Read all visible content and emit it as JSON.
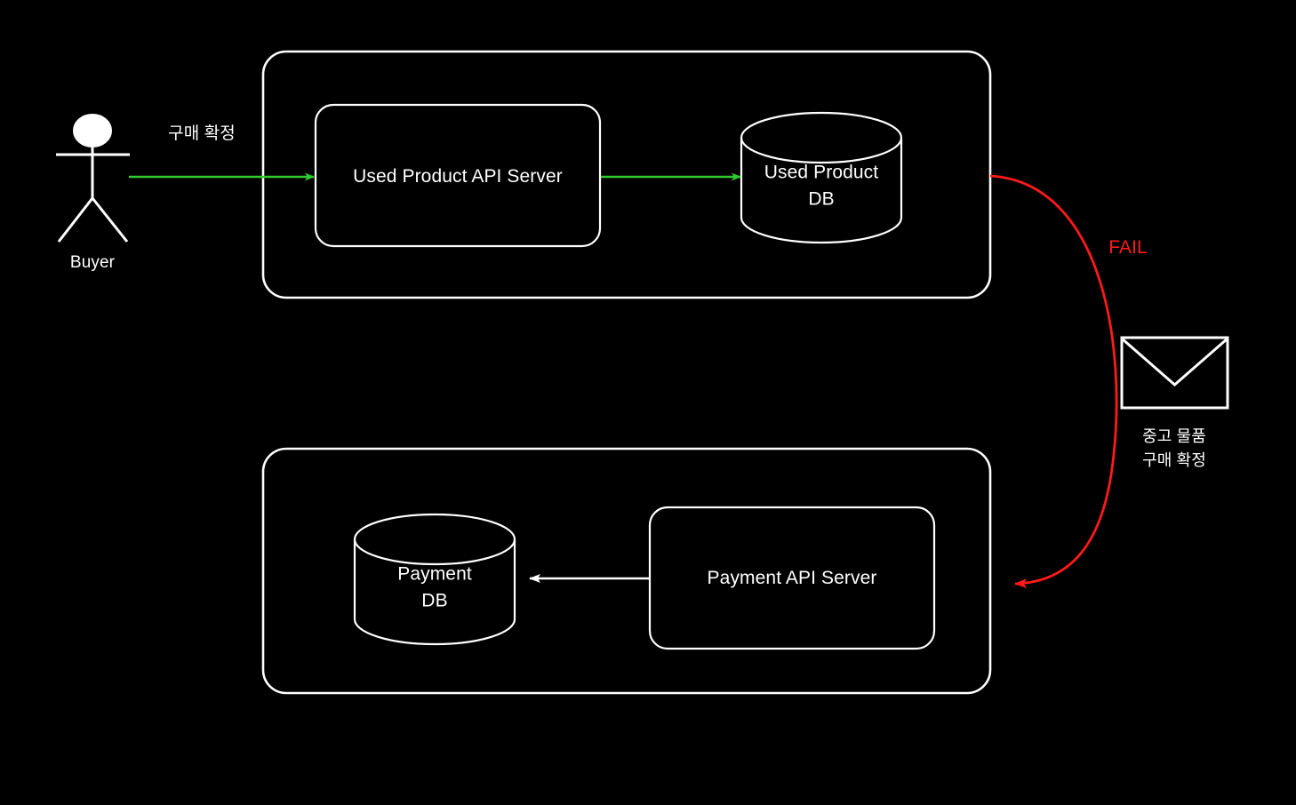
{
  "diagram": {
    "background_color": "#000000",
    "stroke_color": "#ffffff",
    "success_color": "#2ecc2e",
    "fail_color": "#ff1a1a",
    "actors": [
      {
        "id": "buyer",
        "label": "Buyer",
        "icon": "stick-figure-actor-icon"
      }
    ],
    "groups": [
      {
        "id": "used-product-system",
        "label": ""
      },
      {
        "id": "payment-system",
        "label": ""
      }
    ],
    "nodes": [
      {
        "id": "used-product-api-server",
        "label": "Used Product API Server",
        "shape": "rounded-rectangle"
      },
      {
        "id": "used-product-db",
        "label": "Used Product\nDB",
        "line1": "Used Product",
        "line2": "DB",
        "shape": "cylinder"
      },
      {
        "id": "payment-api-server",
        "label": "Payment API Server",
        "shape": "rounded-rectangle"
      },
      {
        "id": "payment-db",
        "label": "Payment\nDB",
        "line1": "Payment",
        "line2": "DB",
        "shape": "cylinder"
      }
    ],
    "edges": [
      {
        "id": "buyer-to-used-product-api",
        "label": "구매 확정",
        "color": "#2ecc2e",
        "direction": "right"
      },
      {
        "id": "used-product-api-to-db",
        "label": "",
        "color": "#2ecc2e",
        "direction": "right"
      },
      {
        "id": "used-product-to-payment-fail",
        "label": "FAIL",
        "color": "#ff1a1a",
        "direction": "curve-down-left"
      },
      {
        "id": "payment-api-to-payment-db",
        "label": "",
        "color": "#ffffff",
        "direction": "left"
      }
    ],
    "annotations": [
      {
        "id": "message-queue-envelope",
        "icon": "envelope-icon",
        "line1": "중고 물품",
        "line2": "구매 확정"
      }
    ]
  }
}
